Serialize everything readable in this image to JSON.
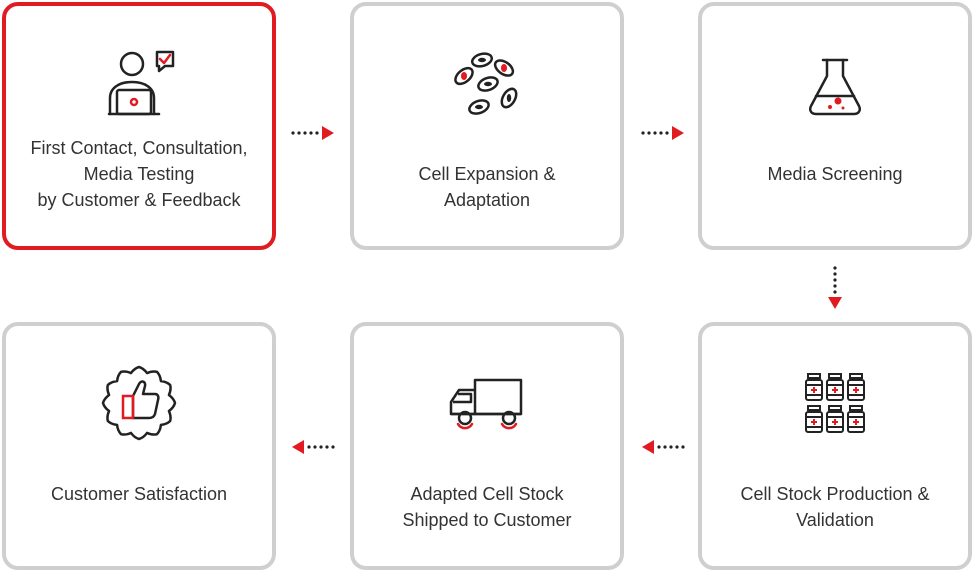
{
  "steps": [
    {
      "id": "step1",
      "lines": [
        "First Contact, Consultation,",
        "Media Testing",
        "by Customer & Feedback"
      ],
      "icon": "consultant-laptop-icon",
      "active": true
    },
    {
      "id": "step2",
      "lines": [
        "Cell Expansion &",
        "Adaptation"
      ],
      "icon": "cells-icon",
      "active": false
    },
    {
      "id": "step3",
      "lines": [
        "Media Screening"
      ],
      "icon": "flask-icon",
      "active": false
    },
    {
      "id": "step4",
      "lines": [
        "Cell Stock Production &",
        "Validation"
      ],
      "icon": "vials-icon",
      "active": false
    },
    {
      "id": "step5",
      "lines": [
        "Adapted Cell Stock",
        "Shipped to Customer"
      ],
      "icon": "truck-icon",
      "active": false
    },
    {
      "id": "step6",
      "lines": [
        "Customer Satisfaction"
      ],
      "icon": "thumbs-up-badge-icon",
      "active": false
    }
  ],
  "colors": {
    "accent": "#e11b22",
    "border": "#cfcfcf",
    "active_border": "#e11b22",
    "text": "#333333",
    "icon_stroke": "#222222"
  }
}
